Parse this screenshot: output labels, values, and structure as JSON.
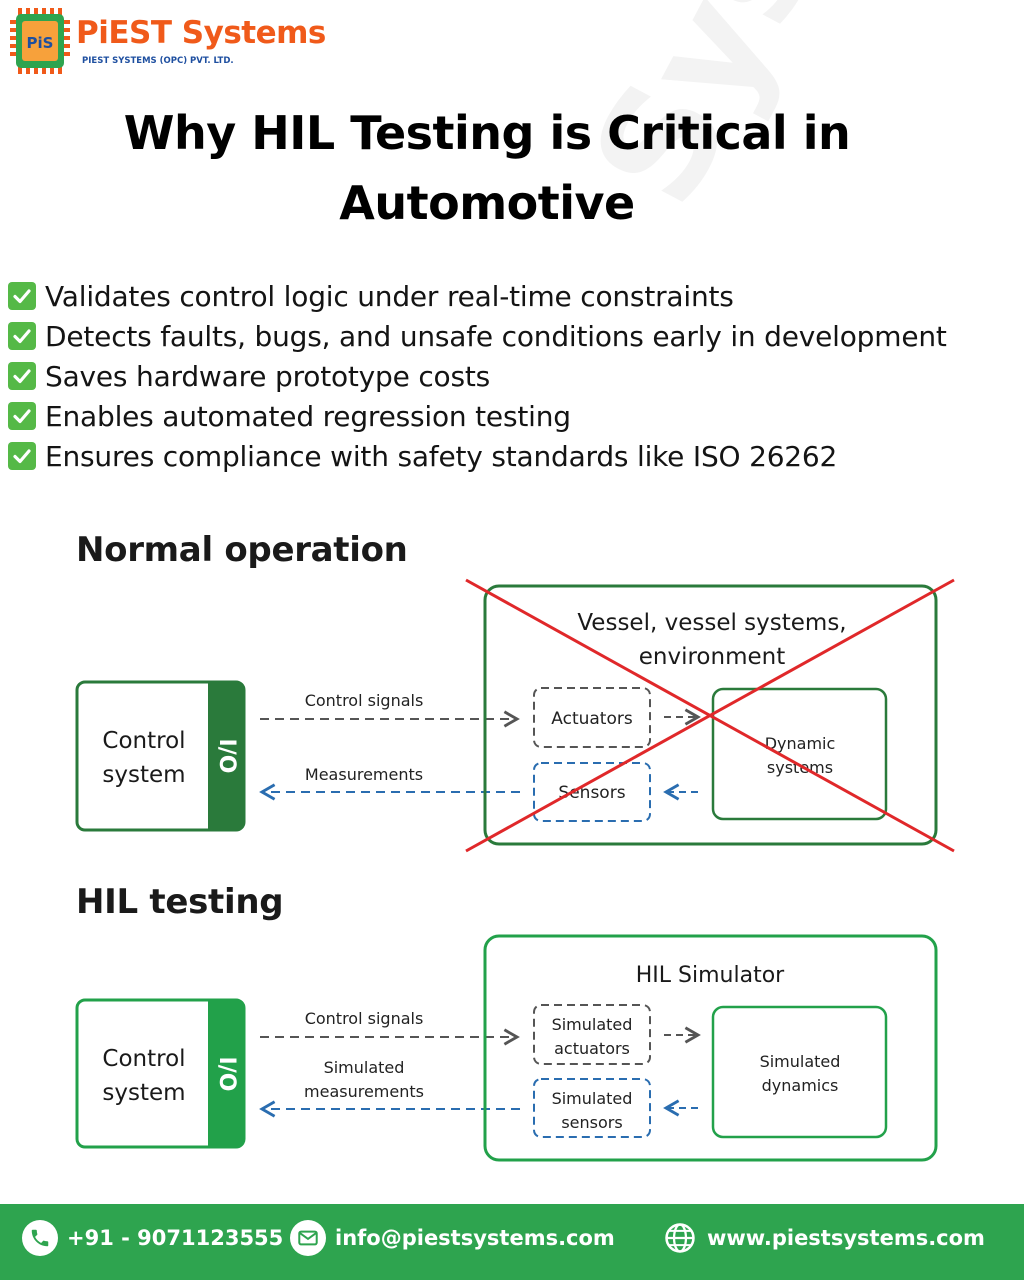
{
  "brand": {
    "name": "PiEST Systems",
    "subtitle": "PIEST SYSTEMS (OPC) PVT. LTD.",
    "logo_letters": "PiS",
    "watermark": "Systems",
    "colors": {
      "orange": "#f05a1a",
      "green": "#2ea44f",
      "blue": "#1e4fa0"
    }
  },
  "title": {
    "line1": "Why HIL Testing is Critical in",
    "line2": "Automotive"
  },
  "bullets": [
    {
      "icon": "check-mark-icon",
      "text": "Validates control logic under real-time constraints"
    },
    {
      "icon": "check-mark-icon",
      "text": "Detects faults, bugs, and unsafe conditions early in development"
    },
    {
      "icon": "check-mark-icon",
      "text": "Saves hardware prototype costs"
    },
    {
      "icon": "check-mark-icon",
      "text": "Enables automated regression testing"
    },
    {
      "icon": "check-mark-icon",
      "text": "Ensures compliance with safety standards like ISO 26262"
    }
  ],
  "normal": {
    "heading": "Normal operation",
    "control_line1": "Control",
    "control_line2": "system",
    "io": "I/O",
    "control_signals": "Control signals",
    "measurements": "Measurements",
    "outer_line1": "Vessel, vessel systems,",
    "outer_line2": "environment",
    "actuators": "Actuators",
    "sensors": "Sensors",
    "dynamic_line1": "Dynamic",
    "dynamic_line2": "systems",
    "crossed_out": true
  },
  "hil": {
    "heading": "HIL testing",
    "control_line1": "Control",
    "control_line2": "system",
    "io": "I/O",
    "control_signals": "Control signals",
    "measurements_line1": "Simulated",
    "measurements_line2": "measurements",
    "outer": "HIL Simulator",
    "actuators_line1": "Simulated",
    "actuators_line2": "actuators",
    "sensors_line1": "Simulated",
    "sensors_line2": "sensors",
    "dynamics_line1": "Simulated",
    "dynamics_line2": "dynamics"
  },
  "colors": {
    "normal_green": "#2a7a3b",
    "hil_green": "#22a14a",
    "signal_dash": "#555555",
    "measure_dash": "#2a6db0",
    "cross_red": "#e0282a"
  },
  "footer": {
    "phone": "+91 - 9071123555",
    "email": "info@piestsystems.com",
    "website": "www.piestsystems.com",
    "icons": [
      "phone-icon",
      "email-icon",
      "globe-icon"
    ]
  }
}
